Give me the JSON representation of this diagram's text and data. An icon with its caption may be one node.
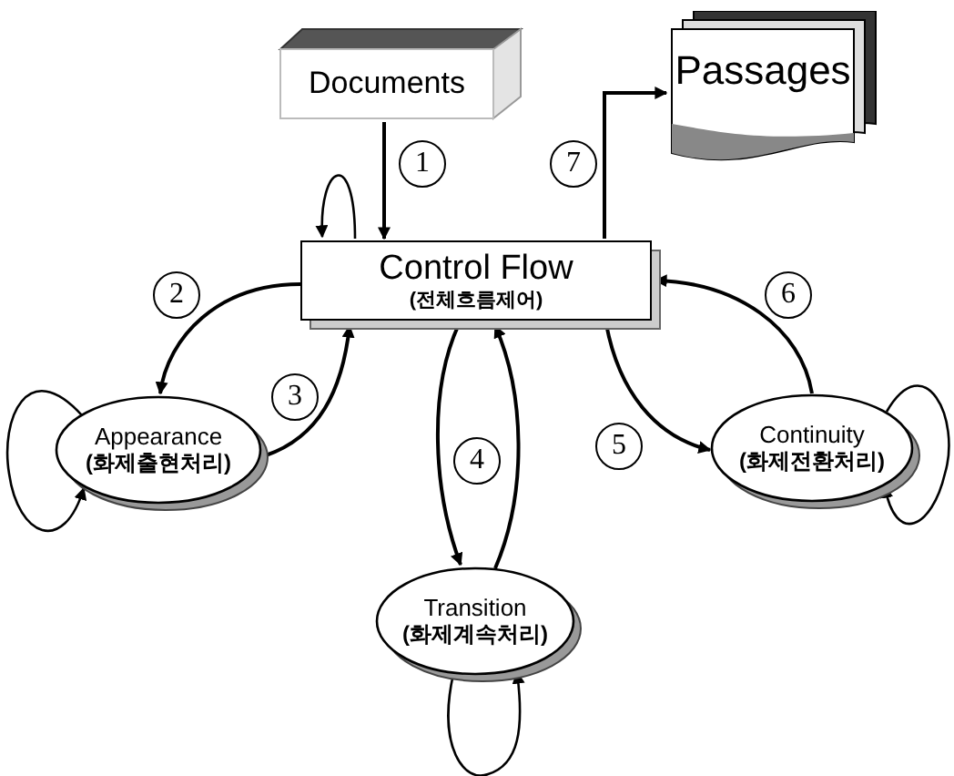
{
  "diagram": {
    "nodes": [
      {
        "text": [
          "Documents"
        ]
      },
      {
        "text": [
          "Passages"
        ]
      },
      {
        "text": [
          "Control Flow",
          "(전체흐름제어)"
        ]
      },
      {
        "text": [
          "Appearance",
          "(화제출현처리)"
        ]
      },
      {
        "text": [
          "Transition",
          "(화제계속처리)"
        ]
      },
      {
        "text": [
          "Continuity",
          "(화제전환처리)"
        ]
      }
    ],
    "edges": [
      {
        "from": 0,
        "to": 2,
        "arrow": "to",
        "label": "1"
      },
      {
        "from": 2,
        "to": 1,
        "arrow": "to",
        "label": "7"
      },
      {
        "from": 2,
        "to": 3,
        "arrow": "to",
        "label": "2"
      },
      {
        "from": 3,
        "to": 2,
        "arrow": "to",
        "label": "3"
      },
      {
        "from": 2,
        "to": 4,
        "arrow": "to",
        "label": "4"
      },
      {
        "from": 4,
        "to": 2,
        "arrow": "to"
      },
      {
        "from": 2,
        "to": 5,
        "arrow": "to",
        "label": "5"
      },
      {
        "from": 5,
        "to": 2,
        "arrow": "to",
        "label": "6"
      },
      {
        "from": 2,
        "to": 2,
        "arrow": "to"
      },
      {
        "from": 3,
        "to": 3,
        "arrow": "to"
      },
      {
        "from": 4,
        "to": 4,
        "arrow": "to"
      },
      {
        "from": 5,
        "to": 5,
        "arrow": "to"
      }
    ]
  }
}
